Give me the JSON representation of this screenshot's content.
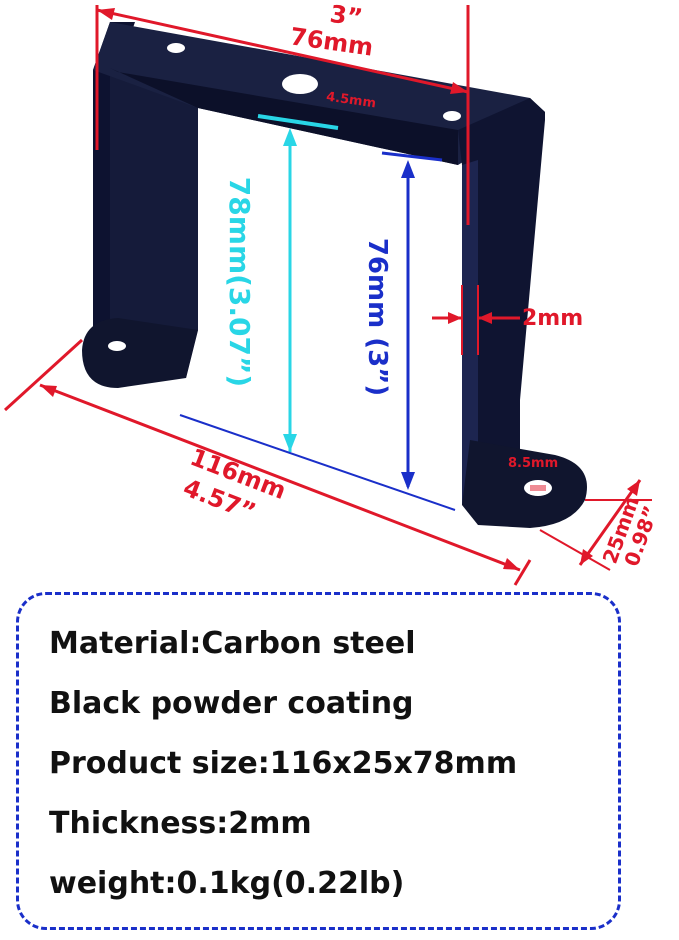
{
  "dimensions": {
    "width_in": "3”",
    "width_mm": "76mm",
    "hole_size": "4.5mm",
    "inner_height": "78mm(3.07”)",
    "outer_height": "76mm (3”)",
    "thickness": "2mm",
    "length_mm": "116mm",
    "length_in": "4.57”",
    "foot_hole": "8.5mm",
    "foot_width_mm": "25mm",
    "foot_width_in": "0.98”"
  },
  "specs": [
    "Material:Carbon steel",
    "Black powder coating",
    "Product size:116x25x78mm",
    "Thickness:2mm",
    "weight:0.1kg(0.22lb)"
  ],
  "colors": {
    "red": "#e0182a",
    "cyan": "#29d6e6",
    "blue": "#1a2fc9",
    "steel": "#141a33"
  }
}
